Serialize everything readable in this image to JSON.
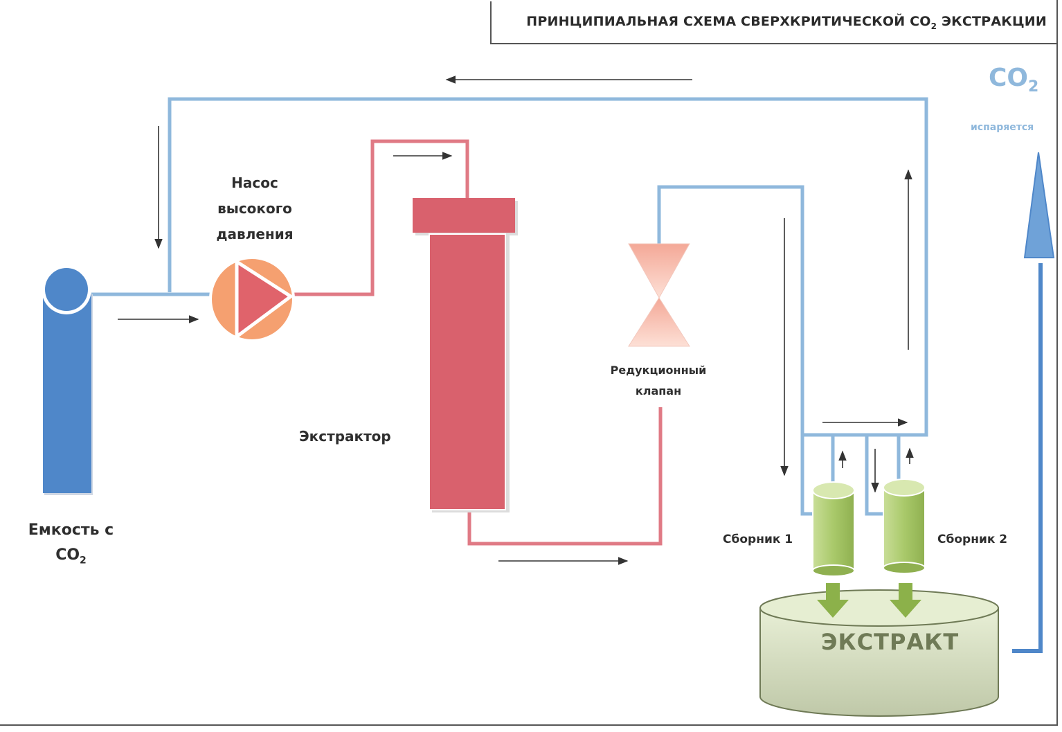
{
  "diagram": {
    "title_main": "ПРИНЦИПИАЛЬНАЯ СХЕМА СВЕРХКРИТИЧЕСКОЙ СО",
    "title_sub": "2",
    "title_tail": " ЭКСТРАКЦИИ",
    "co2_label": "CO",
    "co2_sub": "2",
    "evaporates": "испаряется",
    "tank_label_line1": "Емкость с",
    "tank_label_line2": "СО",
    "tank_label_sub": "2",
    "pump_label_line1": "Насос",
    "pump_label_line2": "высокого",
    "pump_label_line3": "давления",
    "extractor_label": "Экстрактор",
    "valve_label_line1": "Редукционный",
    "valve_label_line2": "клапан",
    "collector1_label": "Сборник 1",
    "collector2_label": "Сборник 2",
    "extract_label": "ЭКСТРАКТ"
  },
  "colors": {
    "co2_line": "#8fb8dc",
    "hot_line": "#e07a85",
    "tank": "#4f87c9",
    "extractor": "#d9616d",
    "pump_outer": "#f5a070",
    "pump_inner": "#e0636b",
    "valve": "#f7b9a8",
    "collector": "#a9c96a",
    "extract_vessel": "#d7e2be"
  }
}
